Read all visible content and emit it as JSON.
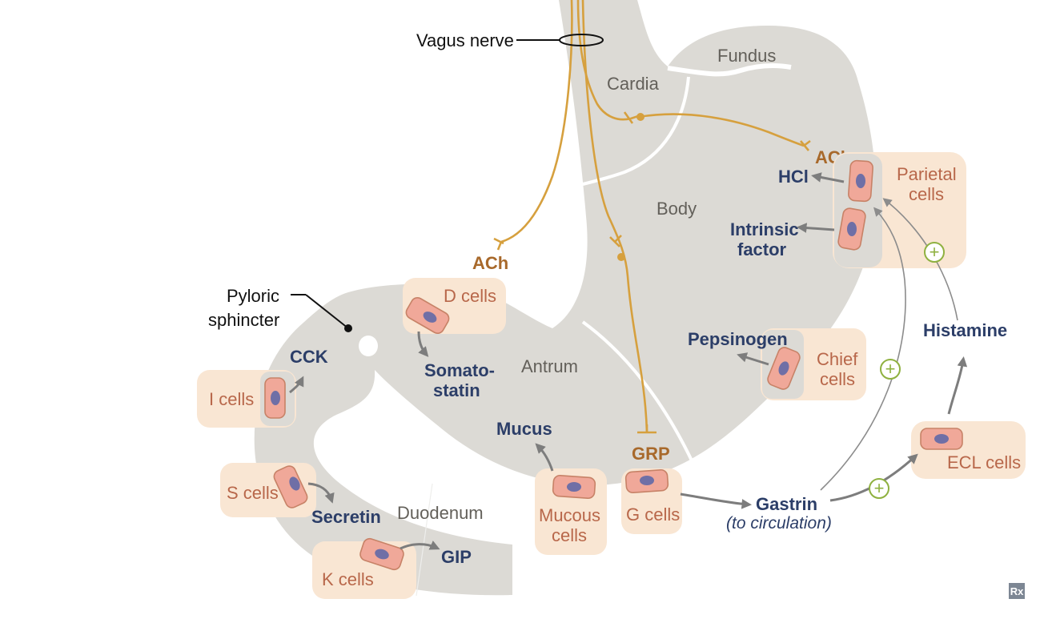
{
  "regions": {
    "fundus": "Fundus",
    "cardia": "Cardia",
    "body": "Body",
    "antrum": "Antrum",
    "duodenum": "Duodenum"
  },
  "annotations": {
    "vagus_nerve": "Vagus nerve",
    "pyloric_line1": "Pyloric",
    "pyloric_line2": "sphincter"
  },
  "nerve_labels": {
    "ach_top": "ACh",
    "ach_left": "ACh",
    "grp": "GRP"
  },
  "cells": {
    "parietal_line1": "Parietal",
    "parietal_line2": "cells",
    "d_cells": "D cells",
    "chief_line1": "Chief",
    "chief_line2": "cells",
    "i_cells": "I cells",
    "s_cells": "S cells",
    "k_cells": "K cells",
    "mucous_line1": "Mucous",
    "mucous_line2": "cells",
    "g_cells": "G cells",
    "ecl_cells": "ECL cells"
  },
  "secretions": {
    "hcl": "HCl",
    "intrinsic_line1": "Intrinsic",
    "intrinsic_line2": "factor",
    "pepsinogen": "Pepsinogen",
    "histamine": "Histamine",
    "somato_line1": "Somato-",
    "somato_line2": "statin",
    "cck": "CCK",
    "secretin": "Secretin",
    "gip": "GIP",
    "mucus": "Mucus",
    "gastrin": "Gastrin",
    "gastrin_sub": "(to circulation)"
  },
  "plus_symbol": "+",
  "logo": "Rx",
  "colors": {
    "stomach": "#dcdad5",
    "cell_box": "#f9e6d3",
    "nerve": "#d6a03e",
    "secretion_text": "#2c3e68",
    "cell_text": "#b8674a",
    "plus": "#8fb140"
  }
}
